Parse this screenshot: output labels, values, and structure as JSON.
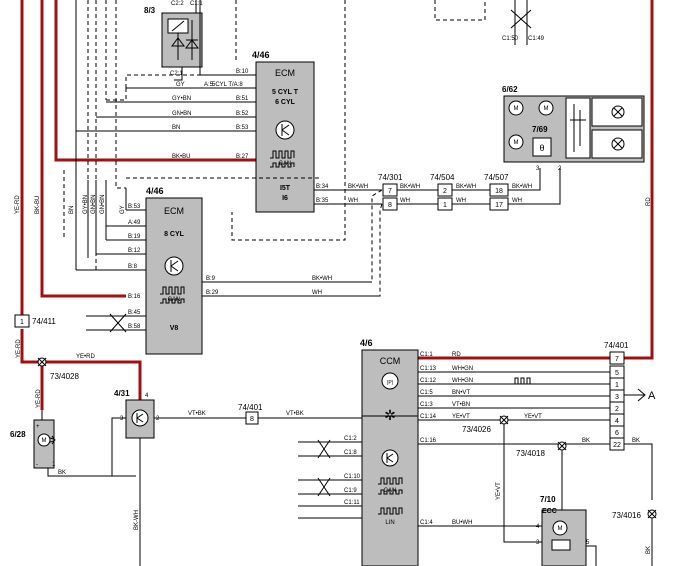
{
  "components": {
    "ecm_top": {
      "id": "4/46",
      "title": "ECM",
      "sub1": "5 CYL T",
      "sub2": "6 CYL",
      "can": "CAN",
      "foot1": "I5T",
      "foot2": "I6"
    },
    "ecm_v8": {
      "id": "4/46",
      "title": "ECM",
      "sub": "8 CYL",
      "can": "CAN",
      "foot": "V8"
    },
    "relay": {
      "id": "8/3",
      "pin_top": "C1:1",
      "pin_top_left": "C2:2",
      "pin_bottom": "C2:1"
    },
    "ccm": {
      "id": "4/6",
      "title": "CCM",
      "can": "CAN",
      "lin": "LIN"
    },
    "module662": {
      "id": "6/62",
      "sub_id": "7/69"
    },
    "ecc": {
      "id": "7/10",
      "title": "ECC"
    },
    "fan": {
      "id": "6/28"
    },
    "sensor431": {
      "id": "4/31"
    }
  },
  "ecm_top_pins": [
    "B:10",
    "A:5",
    "B:51",
    "B:52",
    "B:53",
    "B:27",
    "B:34",
    "B:35"
  ],
  "ecm_top_pin_note": "5CYL T/A:8",
  "ecm_v8_pins": [
    "B:53",
    "A:49",
    "B:19",
    "B:12",
    "B:8",
    "B:9",
    "B:29",
    "B:16",
    "B:45",
    "B:58"
  ],
  "ccm_pins": [
    "C1:1",
    "C1:13",
    "C1:12",
    "C1:5",
    "C1:3",
    "C1:14",
    "C1:16",
    "C1:2",
    "C1:8",
    "C1:10",
    "C1:9",
    "C1:11",
    "C1:4"
  ],
  "wires": {
    "gy": "GY",
    "gy_bn": "GY•BN",
    "gn_bn": "GN•BN",
    "bn": "BN",
    "bk_bu": "BK•BU",
    "bk_wh": "BK•WH",
    "wh": "WH",
    "ye_rd": "YE•RD",
    "vt_bk": "VT•BK",
    "rd": "RD",
    "wh_gn": "WH•GN",
    "bn_vt": "BN•VT",
    "vt_bn": "VT•BN",
    "ye_vt": "YE•VT",
    "bk": "BK",
    "bu_wh": "BU•WH",
    "bk_wh_v": "BK-WH",
    "ye_vt_v": "YE•VT",
    "ye_rd_v": "YE-RD",
    "bk_bu_v": "BK-BU",
    "bn_v": "BN",
    "gy_bn_v": "GY•BN",
    "gn_bn_v": "GN•BN",
    "gy_v": "GY",
    "rd_v": "RD",
    "bk_v": "BK"
  },
  "connectors": {
    "c74_301": "74/301",
    "c74_504": "74/504",
    "c74_507": "74/507",
    "c74_411": "74/411",
    "c74_401_mid": "74/401",
    "c74_401_right": "74/401",
    "c73_4028": "73/4028",
    "c73_4026": "73/4026",
    "c73_4018": "73/4018",
    "c73_4016": "73/4016",
    "c1_50": "C1:50",
    "c1_49": "C1:49"
  },
  "pin_numbers": {
    "c74_301": [
      "7",
      "8"
    ],
    "c74_504": [
      "2",
      "1"
    ],
    "c74_507": [
      "18",
      "17"
    ],
    "c74_411": "1",
    "c74_401_mid": "8",
    "c74_401_right": [
      "7",
      "5",
      "1",
      "3",
      "2",
      "4",
      "6",
      "22"
    ],
    "fan": [
      "+",
      "-",
      "1"
    ],
    "sensor": [
      "4",
      "3",
      "2"
    ],
    "ecc": [
      "4",
      "3",
      "5"
    ],
    "mod662": [
      "3",
      "2"
    ]
  },
  "arrow_label": "A",
  "colors": {
    "power_wire": "#a01010",
    "module_fill": "#bdbdbd"
  }
}
